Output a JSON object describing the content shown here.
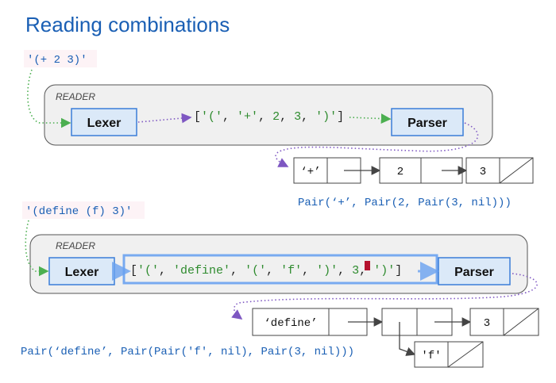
{
  "title": "Reading combinations",
  "colors": {
    "title": "#1a5fb4",
    "code_bg": "#fdf3f6",
    "code_text": "#1a5fb4",
    "green_text": "#2e8b2e",
    "box_fill": "#dbe9f8",
    "box_stroke": "#3b7dd8",
    "panel_fill": "#f0f0f0",
    "panel_stroke": "#555555",
    "dotted_green": "#4caf50",
    "dotted_purple": "#7e57c2",
    "highlight": "#6aa2f0",
    "cursor": "#b5122e"
  },
  "example1": {
    "input": "'(+ 2 3)'",
    "reader_label": "READER",
    "lexer_label": "Lexer",
    "parser_label": "Parser",
    "tokens": [
      {
        "text": "[",
        "style": "plain"
      },
      {
        "text": "'('",
        "style": "green"
      },
      {
        "text": ", ",
        "style": "plain"
      },
      {
        "text": "'+'",
        "style": "green"
      },
      {
        "text": ", ",
        "style": "plain"
      },
      {
        "text": "2",
        "style": "green"
      },
      {
        "text": ", ",
        "style": "plain"
      },
      {
        "text": "3",
        "style": "green"
      },
      {
        "text": ", ",
        "style": "plain"
      },
      {
        "text": "')'",
        "style": "green"
      },
      {
        "text": "]",
        "style": "plain"
      }
    ],
    "cells": [
      "‘+’",
      "2",
      "3"
    ],
    "pair_text": "Pair(‘+’, Pair(2, Pair(3, nil)))"
  },
  "example2": {
    "input": "'(define (f) 3)'",
    "reader_label": "READER",
    "lexer_label": "Lexer",
    "parser_label": "Parser",
    "tokens": [
      {
        "text": "[",
        "style": "plain"
      },
      {
        "text": "'('",
        "style": "green"
      },
      {
        "text": ", ",
        "style": "plain"
      },
      {
        "text": "'define'",
        "style": "green"
      },
      {
        "text": ", ",
        "style": "plain"
      },
      {
        "text": "'('",
        "style": "green"
      },
      {
        "text": ", ",
        "style": "plain"
      },
      {
        "text": "'f'",
        "style": "green"
      },
      {
        "text": ", ",
        "style": "plain"
      },
      {
        "text": "')'",
        "style": "green"
      },
      {
        "text": ", ",
        "style": "plain"
      },
      {
        "text": "3",
        "style": "green"
      },
      {
        "text": ", ",
        "style": "plain"
      },
      {
        "text": "')'",
        "style": "green"
      },
      {
        "text": "]",
        "style": "plain"
      }
    ],
    "cells": [
      "‘define’",
      "3",
      "'f'"
    ],
    "pair_text": "Pair(‘define’, Pair(Pair('f', nil), Pair(3, nil)))"
  }
}
